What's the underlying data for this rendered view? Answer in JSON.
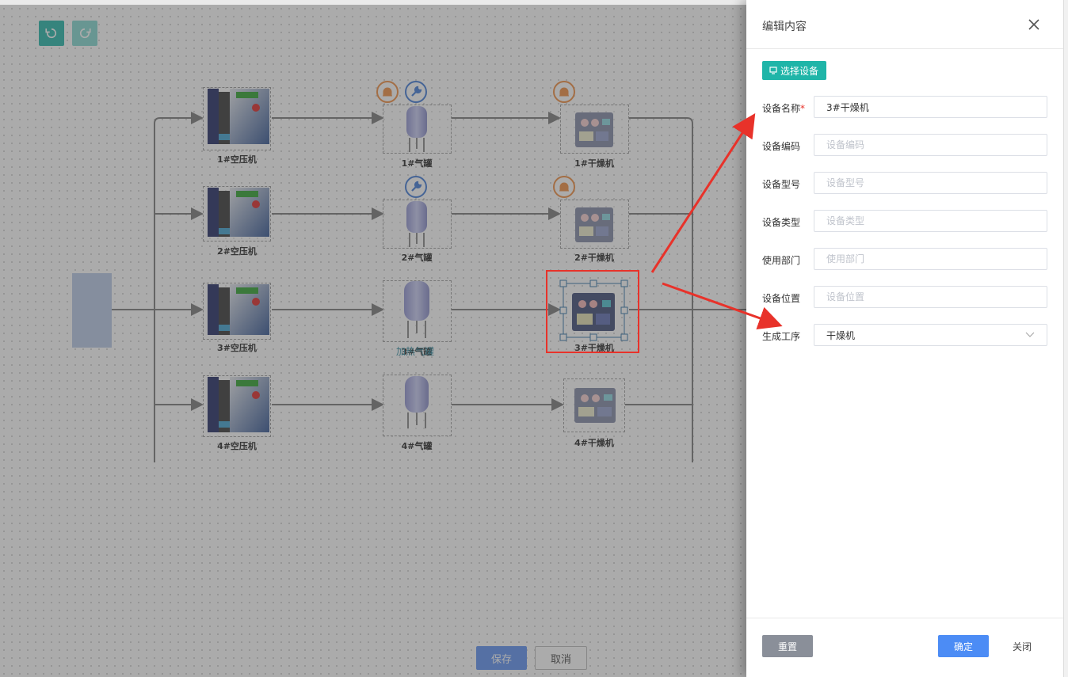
{
  "canvas": {
    "undo_icon": "undo-icon",
    "redo_icon": "redo-icon",
    "overlay_text": "加热气罐",
    "save_label": "保存",
    "cancel_label": "取消"
  },
  "nodes": {
    "compressors": [
      "1#空压机",
      "2#空压机",
      "3#空压机",
      "4#空压机"
    ],
    "tanks": [
      "1#气罐",
      "2#气罐",
      "3#气罐",
      "4#气罐"
    ],
    "dryers": [
      "1#干燥机",
      "2#干燥机",
      "3#干燥机",
      "4#干燥机"
    ]
  },
  "drawer": {
    "title": "编辑内容",
    "select_device_label": "选择设备",
    "fields": [
      {
        "label": "设备名称",
        "required": "*",
        "value": "3#干燥机",
        "placeholder": ""
      },
      {
        "label": "设备编码",
        "value": "",
        "placeholder": "设备编码"
      },
      {
        "label": "设备型号",
        "value": "",
        "placeholder": "设备型号"
      },
      {
        "label": "设备类型",
        "value": "",
        "placeholder": "设备类型"
      },
      {
        "label": "使用部门",
        "value": "",
        "placeholder": "使用部门"
      },
      {
        "label": "设备位置",
        "value": "",
        "placeholder": "设备位置"
      }
    ],
    "process": {
      "label": "生成工序",
      "value": "干燥机"
    },
    "reset_label": "重置",
    "ok_label": "确定",
    "close_label": "关闭"
  },
  "colors": {
    "teal": "#1fb5a8",
    "primary": "#4c8cf5",
    "highlight": "#e8322a"
  }
}
